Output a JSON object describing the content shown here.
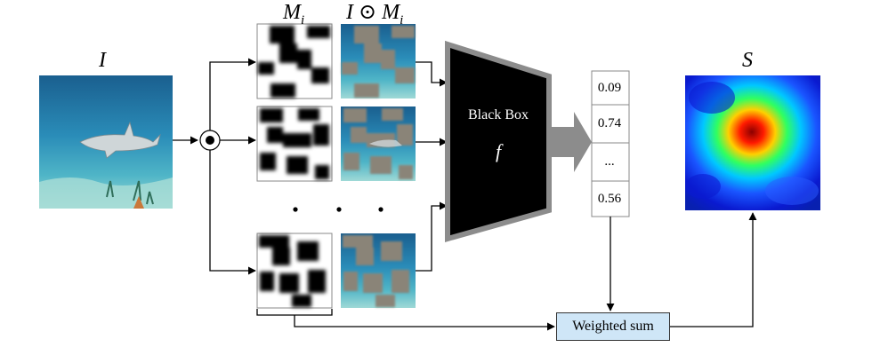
{
  "labels": {
    "input": "I",
    "mask_base": "M",
    "mask_sub": "i",
    "masked_prefix": "I ⊙ M",
    "masked_sub": "i",
    "saliency": "S"
  },
  "black_box": {
    "title": "Black Box",
    "func": "f"
  },
  "scores": [
    "0.09",
    "0.74",
    "...",
    "0.56"
  ],
  "weighted_sum": "Weighted sum",
  "colors": {
    "weighted_sum_fill": "#cfe6f7",
    "black_box": "#000000",
    "black_box_border": "#8c8c8c",
    "arrow_fill": "#8c8c8c",
    "masked_gray": "#8a8478",
    "water": "#2a8cb8"
  }
}
